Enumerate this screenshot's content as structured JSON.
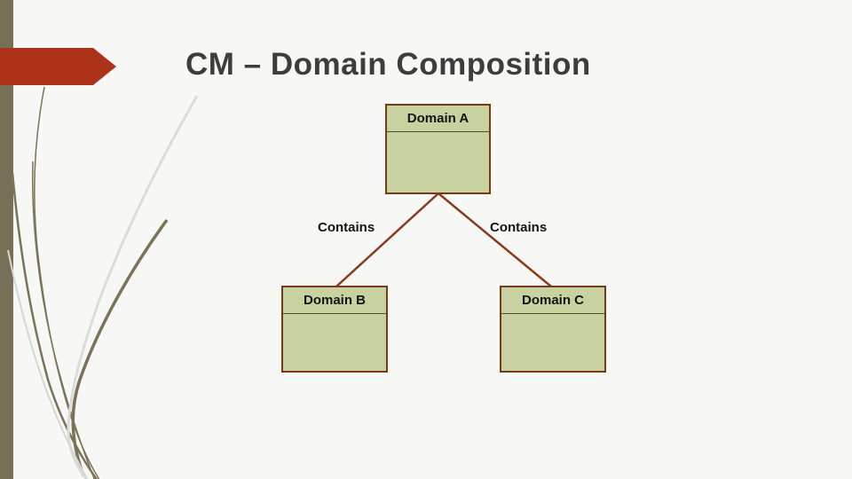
{
  "slide": {
    "title": "CM – Domain Composition"
  },
  "diagram": {
    "type": "composition-tree",
    "nodes": [
      {
        "id": "A",
        "label": "Domain A"
      },
      {
        "id": "B",
        "label": "Domain B"
      },
      {
        "id": "C",
        "label": "Domain C"
      }
    ],
    "edges": [
      {
        "from": "A",
        "to": "B",
        "label": "Contains"
      },
      {
        "from": "A",
        "to": "C",
        "label": "Contains"
      }
    ]
  },
  "theme": {
    "background": "#f7f7f5",
    "accent_red": "#ac3319",
    "sidebar_olive": "#767056",
    "curve_olive": "#7b7355",
    "curve_gray": "#dcdcda",
    "box_fill": "#c8d1a0",
    "box_border": "#7a3816",
    "divider_green": "#4a5220",
    "connector_brown": "#8b3a1a",
    "title_color": "#3d3d3d"
  }
}
